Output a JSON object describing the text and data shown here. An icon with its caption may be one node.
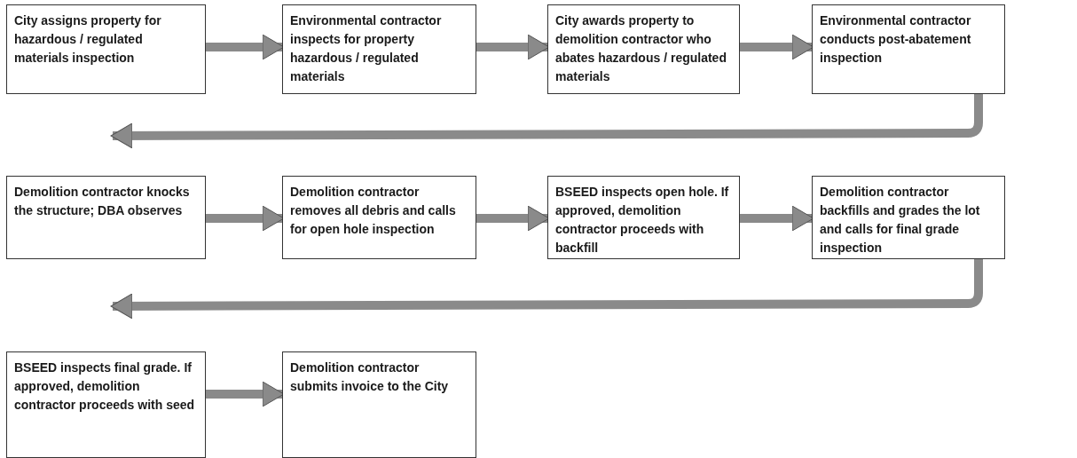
{
  "diagram": {
    "nodes": [
      {
        "text": [
          "City assigns property for hazardous / regulated materials inspection"
        ]
      },
      {
        "text": [
          "Environmental contractor inspects for property hazardous / regulated materials"
        ]
      },
      {
        "text": [
          "City awards property to demolition contractor who abates hazardous / regulated materials"
        ]
      },
      {
        "text": [
          "Environmental contractor conducts post-abatement inspection"
        ]
      },
      {
        "text": [
          "Demolition contractor knocks the structure; DBA observes"
        ]
      },
      {
        "text": [
          "Demolition contractor removes all debris and calls for open hole inspection"
        ]
      },
      {
        "text": [
          "BSEED inspects open hole.  If approved, demolition contractor proceeds with backfill"
        ]
      },
      {
        "text": [
          "Demolition contractor backfills and grades the lot and calls for final grade inspection"
        ]
      },
      {
        "text": [
          "BSEED inspects final grade.  If approved, demolition contractor proceeds with seed"
        ]
      },
      {
        "text": [
          "Demolition contractor submits invoice to the City"
        ]
      }
    ],
    "edges": [
      {
        "from": 0,
        "to": 1,
        "arrow": "to"
      },
      {
        "from": 1,
        "to": 2,
        "arrow": "to"
      },
      {
        "from": 2,
        "to": 3,
        "arrow": "to"
      },
      {
        "from": 3,
        "to": 4,
        "arrow": "to"
      },
      {
        "from": 4,
        "to": 5,
        "arrow": "to"
      },
      {
        "from": 5,
        "to": 6,
        "arrow": "to"
      },
      {
        "from": 6,
        "to": 7,
        "arrow": "to"
      },
      {
        "from": 7,
        "to": 8,
        "arrow": "to"
      },
      {
        "from": 8,
        "to": 9,
        "arrow": "to"
      }
    ]
  }
}
